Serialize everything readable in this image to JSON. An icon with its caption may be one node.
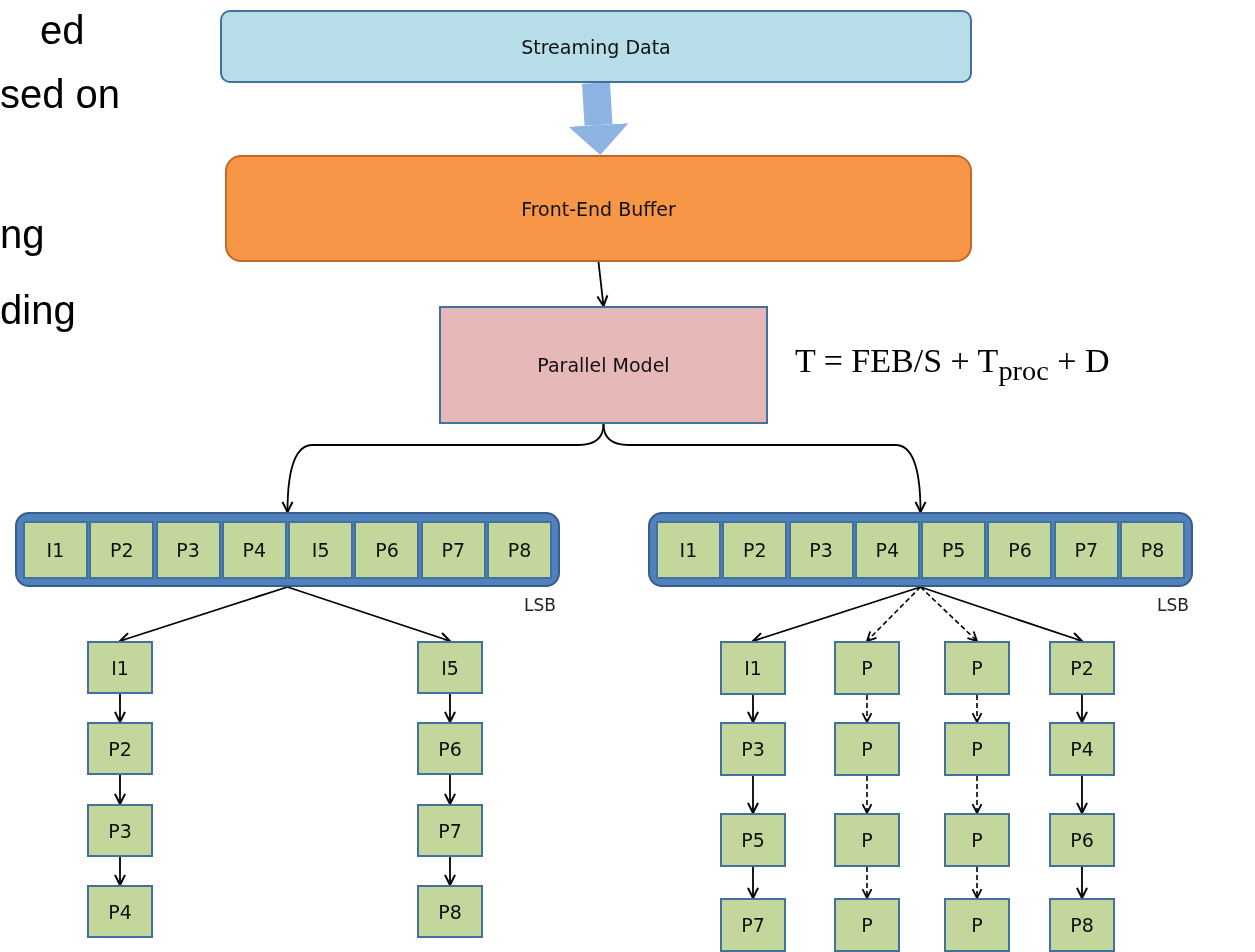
{
  "diagram": {
    "nodes": [
      {
        "text": [
          "Streaming Data"
        ]
      },
      {
        "text": [
          "Front-End Buffer"
        ]
      },
      {
        "text": [
          "Parallel Model"
        ]
      },
      {
        "text": [],
        "shape": "bar",
        "beside": [
          "LSB"
        ]
      },
      {
        "text": [
          "I1"
        ],
        "in": 3
      },
      {
        "text": [
          "P2"
        ],
        "in": 3
      },
      {
        "text": [
          "P3"
        ],
        "in": 3
      },
      {
        "text": [
          "P4"
        ],
        "in": 3
      },
      {
        "text": [
          "I5"
        ],
        "in": 3
      },
      {
        "text": [
          "P6"
        ],
        "in": 3
      },
      {
        "text": [
          "P7"
        ],
        "in": 3
      },
      {
        "text": [
          "P8"
        ],
        "in": 3
      },
      {
        "text": [],
        "shape": "bar",
        "beside": [
          "LSB"
        ]
      },
      {
        "text": [
          "I1"
        ],
        "in": 12
      },
      {
        "text": [
          "P2"
        ],
        "in": 12
      },
      {
        "text": [
          "P3"
        ],
        "in": 12
      },
      {
        "text": [
          "P4"
        ],
        "in": 12
      },
      {
        "text": [
          "P5"
        ],
        "in": 12
      },
      {
        "text": [
          "P6"
        ],
        "in": 12
      },
      {
        "text": [
          "P7"
        ],
        "in": 12
      },
      {
        "text": [
          "P8"
        ],
        "in": 12
      },
      {
        "text": [
          "I1"
        ]
      },
      {
        "text": [
          "P2"
        ]
      },
      {
        "text": [
          "P3"
        ]
      },
      {
        "text": [
          "P4"
        ]
      },
      {
        "text": [
          "I5"
        ]
      },
      {
        "text": [
          "P6"
        ]
      },
      {
        "text": [
          "P7"
        ]
      },
      {
        "text": [
          "P8"
        ]
      },
      {
        "text": [
          "I1"
        ]
      },
      {
        "text": [
          "P3"
        ]
      },
      {
        "text": [
          "P5"
        ]
      },
      {
        "text": [
          "P7"
        ]
      },
      {
        "text": [
          "P"
        ]
      },
      {
        "text": [
          "P"
        ]
      },
      {
        "text": [
          "P"
        ]
      },
      {
        "text": [
          "P"
        ]
      },
      {
        "text": [
          "P"
        ]
      },
      {
        "text": [
          "P"
        ]
      },
      {
        "text": [
          "P"
        ]
      },
      {
        "text": [
          "P"
        ]
      },
      {
        "text": [
          "P2"
        ]
      },
      {
        "text": [
          "P4"
        ]
      },
      {
        "text": [
          "P6"
        ]
      },
      {
        "text": [
          "P8"
        ]
      }
    ],
    "edges": [
      {
        "from": 0,
        "to": 1,
        "arrow": "to",
        "style": "thick",
        "color": "#8db3e2"
      },
      {
        "from": 1,
        "to": 2,
        "arrow": "to"
      },
      {
        "from": 2,
        "to": 3,
        "arrow": "to"
      },
      {
        "from": 2,
        "to": 12,
        "arrow": "to"
      },
      {
        "from": 3,
        "to": 21,
        "arrow": "to"
      },
      {
        "from": 3,
        "to": 25,
        "arrow": "to"
      },
      {
        "from": 21,
        "to": 22,
        "arrow": "to"
      },
      {
        "from": 22,
        "to": 23,
        "arrow": "to"
      },
      {
        "from": 23,
        "to": 24,
        "arrow": "to"
      },
      {
        "from": 25,
        "to": 26,
        "arrow": "to"
      },
      {
        "from": 26,
        "to": 27,
        "arrow": "to"
      },
      {
        "from": 27,
        "to": 28,
        "arrow": "to"
      },
      {
        "from": 12,
        "to": 29,
        "arrow": "to"
      },
      {
        "from": 12,
        "to": 33,
        "arrow": "to",
        "style": "dashed"
      },
      {
        "from": 12,
        "to": 37,
        "arrow": "to",
        "style": "dashed"
      },
      {
        "from": 12,
        "to": 41,
        "arrow": "to"
      },
      {
        "from": 29,
        "to": 30,
        "arrow": "to"
      },
      {
        "from": 30,
        "to": 31,
        "arrow": "to"
      },
      {
        "from": 31,
        "to": 32,
        "arrow": "to"
      },
      {
        "from": 33,
        "to": 34,
        "arrow": "to",
        "style": "dashed"
      },
      {
        "from": 34,
        "to": 35,
        "arrow": "to",
        "style": "dashed"
      },
      {
        "from": 35,
        "to": 36,
        "arrow": "to",
        "style": "dashed"
      },
      {
        "from": 37,
        "to": 38,
        "arrow": "to",
        "style": "dashed"
      },
      {
        "from": 38,
        "to": 39,
        "arrow": "to",
        "style": "dashed"
      },
      {
        "from": 39,
        "to": 40,
        "arrow": "to",
        "style": "dashed"
      },
      {
        "from": 41,
        "to": 42,
        "arrow": "to"
      },
      {
        "from": 42,
        "to": 43,
        "arrow": "to"
      },
      {
        "from": 43,
        "to": 44,
        "arrow": "to"
      }
    ],
    "labels": [
      "ed",
      "sed on",
      "ng",
      "ding",
      "T = FEB/S + T$_{proc}$ + D"
    ]
  }
}
